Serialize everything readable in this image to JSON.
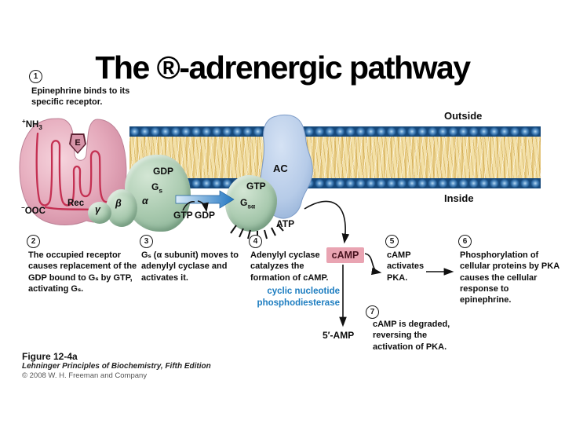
{
  "title": "The ®-adrenergic pathway",
  "membrane": {
    "outside": "Outside",
    "inside": "Inside"
  },
  "receptor": {
    "nh3_plus": "+",
    "nh3_base": "NH",
    "nh3_sub": "3",
    "ooc_sup": "−",
    "ooc_base": "OOC",
    "rec": "Rec",
    "epinephrine": "E"
  },
  "g_protein": {
    "gdp": "GDP",
    "g_base": "G",
    "g_sub": "s",
    "alpha": "α",
    "beta": "β",
    "gamma": "γ",
    "gtp_in": "GTP",
    "gdp_out": "GDP",
    "gtp": "GTP",
    "gsa_base": "G",
    "gsa_sub": "sα"
  },
  "enzymes": {
    "ac": "AC",
    "atp": "ATP",
    "camp": "cAMP",
    "amp5": "5′-AMP",
    "pde_line1": "cyclic nucleotide",
    "pde_line2": "phosphodiesterase"
  },
  "steps": [
    {
      "num": "1",
      "text": "Epinephrine binds to its specific receptor."
    },
    {
      "num": "2",
      "text": "The occupied receptor causes replacement of the GDP bound to Gₛ by GTP, activating Gₛ."
    },
    {
      "num": "3",
      "text": "Gₛ (α subunit) moves to adenylyl cyclase and activates it."
    },
    {
      "num": "4",
      "text": "Adenylyl cyclase catalyzes the formation of cAMP."
    },
    {
      "num": "5",
      "text": "cAMP activates PKA."
    },
    {
      "num": "6",
      "text": "Phosphorylation of cellular proteins by PKA causes the cellular response to epinephrine."
    },
    {
      "num": "7",
      "text": "cAMP is degraded, reversing the activation of PKA."
    }
  ],
  "caption": {
    "figure": "Figure 12-4a",
    "book": "Lehninger Principles of Biochemistry, Fifth Edition",
    "copyright": "© 2008 W. H. Freeman and Company"
  },
  "colors": {
    "pde_text": "#1d7dc0",
    "camp_bg": "#e9a4b2",
    "membrane_bead": "#3a78b5",
    "lipid": "#f3e0a6",
    "receptor_pink": "#e4a8ba",
    "g_green": "#a8c9ae",
    "ac_blue": "#b6cbe8",
    "serpentine_red": "#c43052",
    "exchange_arrow": "#2377c2"
  }
}
